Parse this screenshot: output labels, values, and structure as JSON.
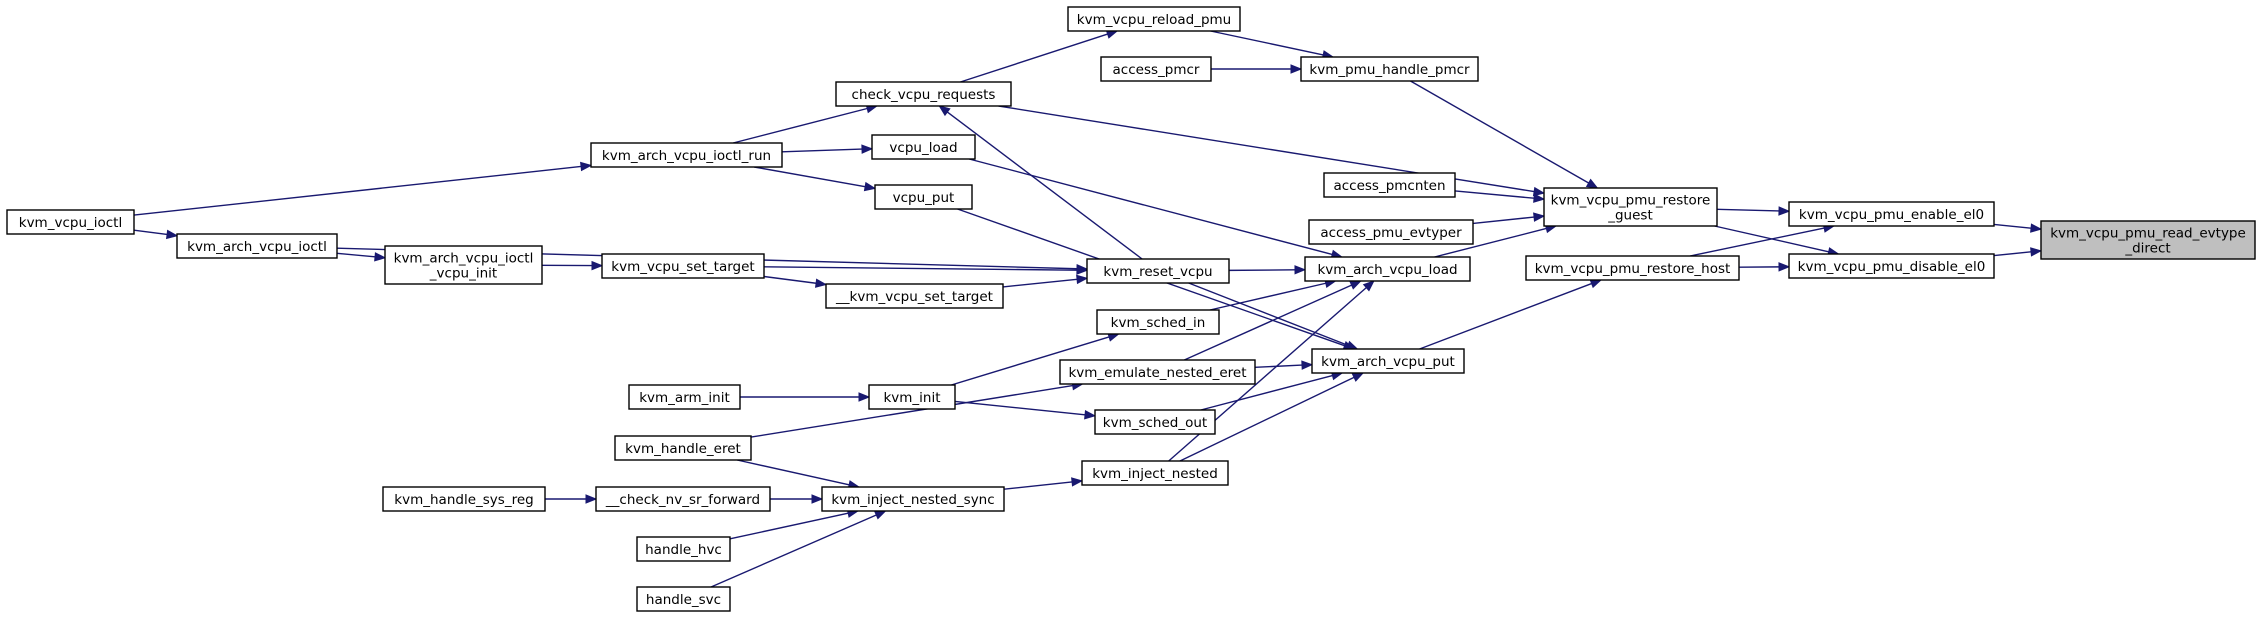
{
  "graph": {
    "title": "",
    "nodes": [
      {
        "id": "n0",
        "label": "kvm_vcpu_pmu_read_evtype\n_direct",
        "focus": true
      },
      {
        "id": "n1",
        "label": "kvm_vcpu_pmu_enable_el0"
      },
      {
        "id": "n2",
        "label": "kvm_vcpu_pmu_disable_el0"
      },
      {
        "id": "n3",
        "label": "kvm_vcpu_pmu_restore\n_guest"
      },
      {
        "id": "n4",
        "label": "kvm_vcpu_pmu_restore_host"
      },
      {
        "id": "n5",
        "label": "kvm_pmu_handle_pmcr"
      },
      {
        "id": "n6",
        "label": "kvm_vcpu_reload_pmu"
      },
      {
        "id": "n7",
        "label": "access_pmcr"
      },
      {
        "id": "n8",
        "label": "access_pmcnten"
      },
      {
        "id": "n9",
        "label": "access_pmu_evtyper"
      },
      {
        "id": "n10",
        "label": "check_vcpu_requests"
      },
      {
        "id": "n11",
        "label": "kvm_arch_vcpu_load"
      },
      {
        "id": "n12",
        "label": "kvm_arch_vcpu_put"
      },
      {
        "id": "n13",
        "label": "kvm_arch_vcpu_ioctl_run"
      },
      {
        "id": "n14",
        "label": "kvm_reset_vcpu"
      },
      {
        "id": "n15",
        "label": "vcpu_load"
      },
      {
        "id": "n16",
        "label": "vcpu_put"
      },
      {
        "id": "n17",
        "label": "kvm_sched_in"
      },
      {
        "id": "n18",
        "label": "kvm_emulate_nested_eret"
      },
      {
        "id": "n19",
        "label": "kvm_sched_out"
      },
      {
        "id": "n20",
        "label": "kvm_inject_nested"
      },
      {
        "id": "n21",
        "label": "kvm_vcpu_ioctl"
      },
      {
        "id": "n22",
        "label": "kvm_arch_vcpu_ioctl"
      },
      {
        "id": "n23",
        "label": "kvm_arch_vcpu_ioctl\n_vcpu_init"
      },
      {
        "id": "n24",
        "label": "kvm_vcpu_set_target"
      },
      {
        "id": "n25",
        "label": "__kvm_vcpu_set_target"
      },
      {
        "id": "n26",
        "label": "kvm_init"
      },
      {
        "id": "n27",
        "label": "kvm_arm_init"
      },
      {
        "id": "n28",
        "label": "kvm_handle_eret"
      },
      {
        "id": "n29",
        "label": "kvm_inject_nested_sync"
      },
      {
        "id": "n30",
        "label": "__check_nv_sr_forward"
      },
      {
        "id": "n31",
        "label": "kvm_handle_sys_reg"
      },
      {
        "id": "n32",
        "label": "handle_hvc"
      },
      {
        "id": "n33",
        "label": "handle_svc"
      }
    ],
    "edges": [
      {
        "from": "n1",
        "to": "n0"
      },
      {
        "from": "n2",
        "to": "n0"
      },
      {
        "from": "n3",
        "to": "n1"
      },
      {
        "from": "n4",
        "to": "n1"
      },
      {
        "from": "n3",
        "to": "n2"
      },
      {
        "from": "n4",
        "to": "n2"
      },
      {
        "from": "n5",
        "to": "n3"
      },
      {
        "from": "n8",
        "to": "n3"
      },
      {
        "from": "n9",
        "to": "n3"
      },
      {
        "from": "n10",
        "to": "n3"
      },
      {
        "from": "n11",
        "to": "n3"
      },
      {
        "from": "n12",
        "to": "n4"
      },
      {
        "from": "n6",
        "to": "n5"
      },
      {
        "from": "n7",
        "to": "n5"
      },
      {
        "from": "n10",
        "to": "n6"
      },
      {
        "from": "n13",
        "to": "n10"
      },
      {
        "from": "n14",
        "to": "n10"
      },
      {
        "from": "n21",
        "to": "n13"
      },
      {
        "from": "n13",
        "to": "n15"
      },
      {
        "from": "n13",
        "to": "n16"
      },
      {
        "from": "n15",
        "to": "n11"
      },
      {
        "from": "n16",
        "to": "n12"
      },
      {
        "from": "n14",
        "to": "n11"
      },
      {
        "from": "n14",
        "to": "n12"
      },
      {
        "from": "n17",
        "to": "n11"
      },
      {
        "from": "n18",
        "to": "n11"
      },
      {
        "from": "n18",
        "to": "n12"
      },
      {
        "from": "n19",
        "to": "n12"
      },
      {
        "from": "n20",
        "to": "n11"
      },
      {
        "from": "n20",
        "to": "n12"
      },
      {
        "from": "n21",
        "to": "n22"
      },
      {
        "from": "n22",
        "to": "n14"
      },
      {
        "from": "n22",
        "to": "n23"
      },
      {
        "from": "n23",
        "to": "n24"
      },
      {
        "from": "n24",
        "to": "n25"
      },
      {
        "from": "n24",
        "to": "n14"
      },
      {
        "from": "n25",
        "to": "n14"
      },
      {
        "from": "n26",
        "to": "n17"
      },
      {
        "from": "n26",
        "to": "n19"
      },
      {
        "from": "n27",
        "to": "n26"
      },
      {
        "from": "n28",
        "to": "n18"
      },
      {
        "from": "n28",
        "to": "n29"
      },
      {
        "from": "n29",
        "to": "n20"
      },
      {
        "from": "n30",
        "to": "n29"
      },
      {
        "from": "n31",
        "to": "n30"
      },
      {
        "from": "n32",
        "to": "n29"
      },
      {
        "from": "n33",
        "to": "n29"
      }
    ]
  }
}
